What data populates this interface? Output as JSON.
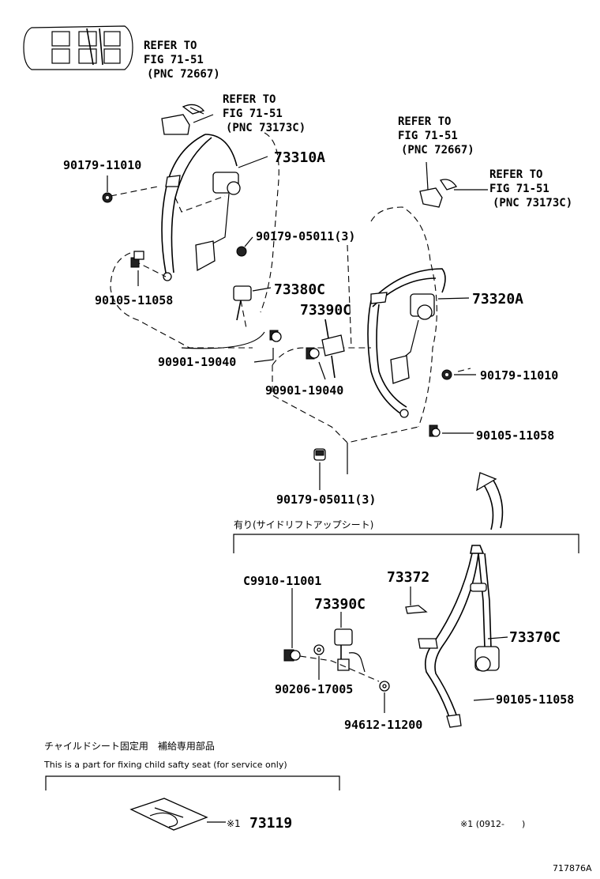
{
  "labels": {
    "ref1_a": "REFER TO",
    "ref1_b": "FIG 71-51",
    "ref1_c": "(PNC 72667)",
    "ref2_a": "REFER TO",
    "ref2_b": "FIG 71-51",
    "ref2_c": "(PNC 73173C)",
    "ref3_a": "REFER TO",
    "ref3_b": "FIG 71-51",
    "ref3_c": "(PNC 72667)",
    "ref4_a": "REFER TO",
    "ref4_b": "FIG 71-51",
    "ref4_c": "(PNC 73173C)",
    "p73310A": "73310A",
    "p90179_11010_l": "90179-11010",
    "p90179_05011_a": "90179-05011(3)",
    "p90105_11058_l": "90105-11058",
    "p73380C": "73380C",
    "p73390C_a": "73390C",
    "p90901_19040_a": "90901-19040",
    "p90901_19040_b": "90901-19040",
    "p73320A": "73320A",
    "p90179_11010_r": "90179-11010",
    "p90105_11058_r": "90105-11058",
    "p90179_05011_b": "90179-05011(3)",
    "jp_side": "有り(サイドリフトアップシート)",
    "pC9910": "C9910-11001",
    "p73372": "73372",
    "p73390C_b": "73390C",
    "p73370C": "73370C",
    "p90206": "90206-17005",
    "p94612": "94612-11200",
    "p90105_11058_b": "90105-11058",
    "jp_child": "チャイルドシート固定用　補給専用部品",
    "en_child": "This is a part for fixing child safty seat (for service only)",
    "mark1": "※1",
    "p73119": "73119",
    "note1": "※1 (0912-　　)",
    "fig_id": "717876A"
  }
}
